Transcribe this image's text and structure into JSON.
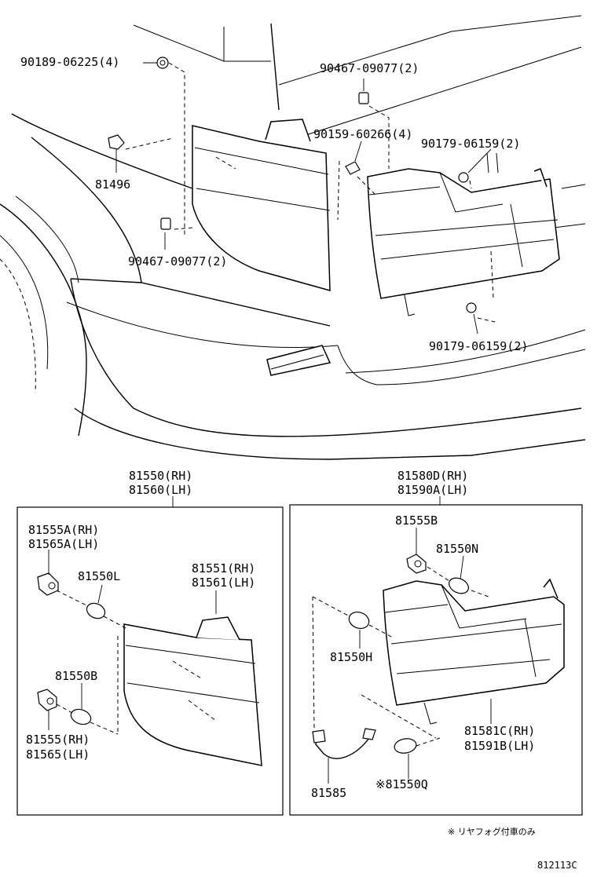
{
  "labels": {
    "p90189_06225": "90189-06225(4)",
    "p81496": "81496",
    "p90467_09077_top": "90467-09077(2)",
    "p90467_09077_left": "90467-09077(2)",
    "p90159_60266": "90159-60266(4)",
    "p90179_06159_top": "90179-06159(2)",
    "p90179_06159_bottom": "90179-06159(2)",
    "p81550_rh": "81550(RH)",
    "p81560_lh": "81560(LH)",
    "p81580d_rh": "81580D(RH)",
    "p81590a_lh": "81590A(LH)",
    "p81555a_rh": "81555A(RH)",
    "p81565a_lh": "81565A(LH)",
    "p81550l": "81550L",
    "p81551_rh": "81551(RH)",
    "p81561_lh": "81561(LH)",
    "p81550b": "81550B",
    "p81555_rh": "81555(RH)",
    "p81565_lh": "81565(LH)",
    "p81555b": "81555B",
    "p81550n": "81550N",
    "p81550h": "81550H",
    "p81581c_rh": "81581C(RH)",
    "p81591b_lh": "81591B(LH)",
    "p81585": "81585",
    "p81550q": "※81550Q"
  },
  "note": "※ リヤフォグ付車のみ",
  "diagram_code": "812113C"
}
